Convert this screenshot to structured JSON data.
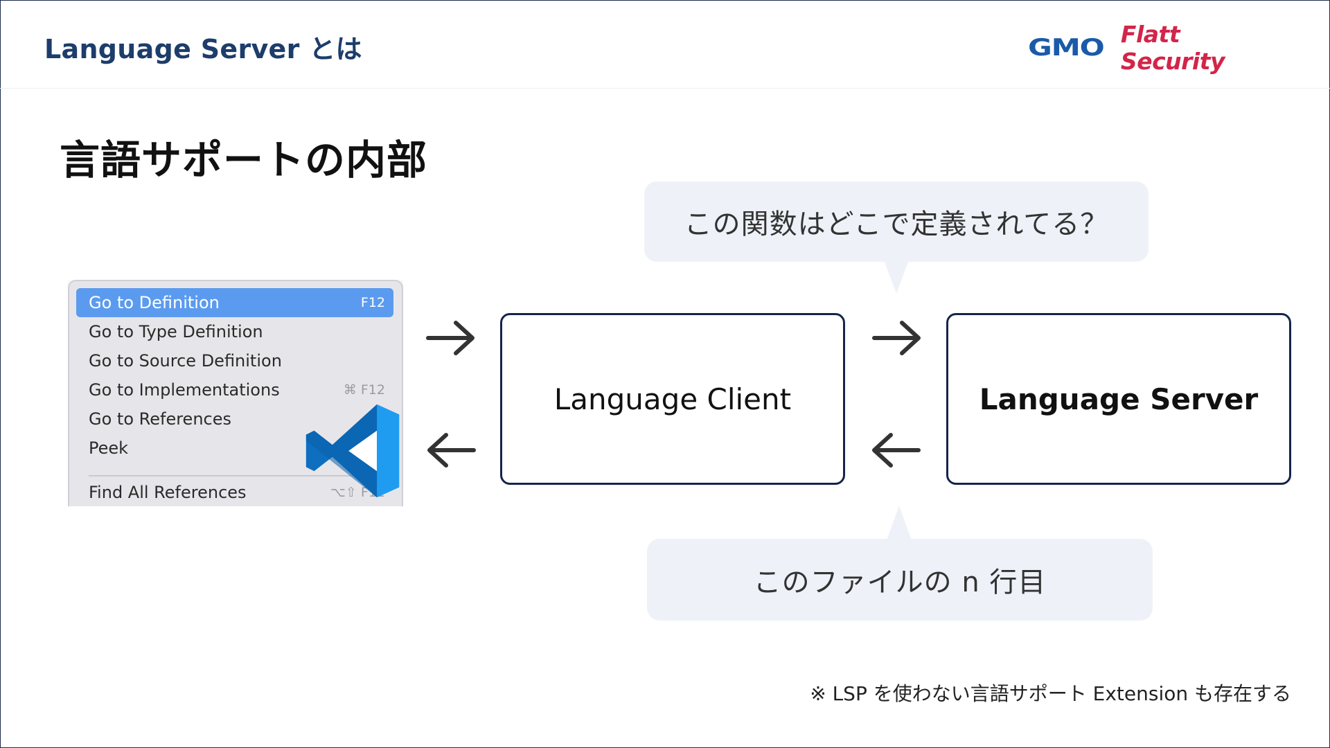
{
  "header": {
    "title": "Language Server とは",
    "logo": {
      "gmo": "GMO",
      "flatt": "Flatt Security"
    }
  },
  "page_title": "言語サポートの内部",
  "context_menu": {
    "items": [
      {
        "label": "Go to Definition",
        "shortcut": "F12",
        "selected": true
      },
      {
        "label": "Go to Type Definition",
        "shortcut": ""
      },
      {
        "label": "Go to Source Definition",
        "shortcut": ""
      },
      {
        "label": "Go to Implementations",
        "shortcut": "⌘ F12"
      },
      {
        "label": "Go to References",
        "shortcut": "⇧"
      },
      {
        "label": "Peek",
        "shortcut": "›"
      },
      {
        "label": "Find All References",
        "shortcut": "⌥⇧ F12"
      }
    ]
  },
  "icons": {
    "app_icon": "vscode-icon",
    "arrows": [
      "arrow-right-icon",
      "arrow-left-icon"
    ]
  },
  "boxes": {
    "client": "Language Client",
    "server": "Language Server"
  },
  "bubbles": {
    "question": "この関数はどこで定義されてる？",
    "answer": "このファイルの n 行目"
  },
  "footnote": "※ LSP を使わない言語サポート Extension も存在する",
  "colors": {
    "header_title": "#1d3d6b",
    "logo_gmo": "#1a5aa8",
    "logo_flatt": "#d2254a",
    "box_border": "#15254a",
    "bubble_bg": "#eef2f8",
    "menu_selected": "#5b9bef"
  }
}
